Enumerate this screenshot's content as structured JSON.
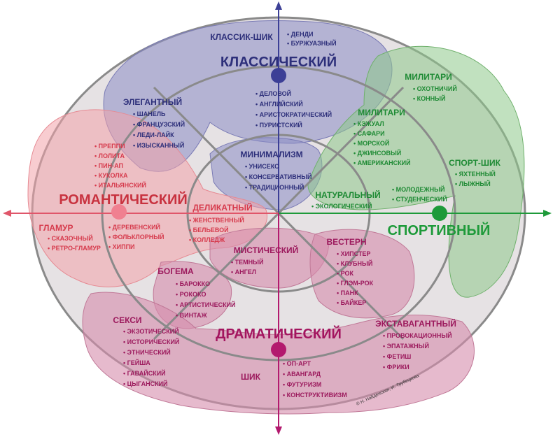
{
  "colors": {
    "classic": "#3c3f96",
    "classic_fill": "#8b8cc4",
    "sport": "#1e9a3a",
    "sport_fill": "#8ec98a",
    "romantic": "#e0566a",
    "romantic_fill": "#f2a2aa",
    "dramatic": "#b3196e",
    "dramatic_fill": "#d58cab",
    "ring_stroke": "#8a8a8a",
    "ring_fill": "#e6e2e4"
  },
  "poles": {
    "classic": "КЛАССИЧЕСКИЙ",
    "sport": "СПОРТИВНЫЙ",
    "romantic": "РОМАНТИЧЕСКИЙ",
    "dramatic": "ДРАМАТИЧЕСКИЙ"
  },
  "groups": [
    {
      "key": "classic_chic",
      "title": "КЛАССИК-ШИК",
      "color": "classic",
      "items": [
        "ДЕНДИ",
        "БУРЖУАЗНЫЙ"
      ]
    },
    {
      "key": "business",
      "title": "",
      "color": "classic",
      "items": [
        "ДЕЛОВОЙ",
        "АНГЛИЙСКИЙ",
        "АРИСТОКРАТИЧЕСКИЙ",
        "ПУРИСТСКИЙ"
      ]
    },
    {
      "key": "elegant",
      "title": "ЭЛЕГАНТНЫЙ",
      "color": "classic",
      "items": [
        "ШАНЕЛЬ",
        "ФРАНЦУЗСКИЙ",
        "ЛЕДИ-ЛАЙК",
        "ИЗЫСКАННЫЙ"
      ]
    },
    {
      "key": "minimalism",
      "title": "МИНИМАЛИЗМ",
      "color": "classic",
      "items": [
        "УНИСЕКС",
        "КОНСЕРВАТИВНЫЙ",
        "ТРАДИЦИОННЫЙ"
      ]
    },
    {
      "key": "military_outer",
      "title": "МИЛИТАРИ",
      "color": "sport",
      "items": [
        "ОХОТНИЧИЙ",
        "КОННЫЙ"
      ]
    },
    {
      "key": "military_inner",
      "title": "МИЛИТАРИ",
      "color": "sport",
      "items": [
        "КЭЖУАЛ",
        "САФАРИ",
        "МОРСКОЙ",
        "ДЖИНСОВЫЙ",
        "АМЕРИКАНСКИЙ"
      ]
    },
    {
      "key": "sport_chic",
      "title": "СПОРТ-ШИК",
      "color": "sport",
      "items": [
        "ЯХТЕННЫЙ",
        "ЛЫЖНЫЙ"
      ]
    },
    {
      "key": "natural",
      "title": "НАТУРАЛЬНЫЙ",
      "color": "sport",
      "items": [
        "ЭКОЛОГИЧЕСКИЙ"
      ]
    },
    {
      "key": "youth",
      "title": "",
      "color": "sport",
      "items": [
        "МОЛОДЕЖНЫЙ",
        "СТУДЕНЧЕСКИЙ"
      ]
    },
    {
      "key": "preppy",
      "title": "",
      "color": "romantic",
      "items": [
        "ПРЕППИ",
        "ЛОЛИТА",
        "ПИН-АП",
        "КУКОЛКА",
        "ИТАЛЬЯНСКИЙ"
      ]
    },
    {
      "key": "delicate",
      "title": "ДЕЛИКАТНЫЙ",
      "color": "romantic",
      "items": [
        "ЖЕНСТВЕННЫЙ",
        "БЕЛЬЕВОЙ",
        "КОЛЛЕДЖ"
      ]
    },
    {
      "key": "glamour",
      "title": "ГЛАМУР",
      "color": "romantic",
      "items": [
        "СКАЗОЧНЫЙ",
        "РЕТРО-ГЛАМУР"
      ]
    },
    {
      "key": "rustic",
      "title": "",
      "color": "romantic",
      "items": [
        "ДЕРЕВЕНСКИЙ",
        "ФОЛЬКЛОРНЫЙ",
        "ХИППИ"
      ]
    },
    {
      "key": "mystic",
      "title": "МИСТИЧЕСКИЙ",
      "color": "dramatic",
      "items": [
        "ТЕМНЫЙ",
        "АНГЕЛ"
      ]
    },
    {
      "key": "western",
      "title": "ВЕСТЕРН",
      "color": "dramatic",
      "items": [
        "ХИПСТЕР",
        "КЛУБНЫЙ",
        "РОК",
        "ГЛЭМ-РОК",
        "ПАНК",
        "БАЙКЕР"
      ]
    },
    {
      "key": "boho",
      "title": "БОГЕМА",
      "color": "dramatic",
      "items": [
        "БАРОККО",
        "РОКОКО",
        "АРТИСТИЧЕСКИЙ",
        "ВИНТАЖ"
      ]
    },
    {
      "key": "sexy",
      "title": "СЕКСИ",
      "color": "dramatic",
      "items": [
        "ЭКЗОТИЧЕСКИЙ",
        "ИСТОРИЧЕСКИЙ",
        "ЭТНИЧЕСКИЙ",
        "ГЕЙША",
        "ГАВАЙСКИЙ",
        "ЦЫГАНСКИЙ"
      ]
    },
    {
      "key": "extravagant",
      "title": "ЭКСТАВАГАНТНЫЙ",
      "color": "dramatic",
      "items": [
        "ПРОВОКАЦИОННЫЙ",
        "ЭПАТАЖНЫЙ",
        "ФЕТИШ",
        "ФРИКИ"
      ]
    },
    {
      "key": "chic",
      "title": "ШИК",
      "color": "dramatic",
      "items": []
    },
    {
      "key": "avant",
      "title": "",
      "color": "dramatic",
      "items": [
        "ОП-АРТ",
        "АВАНГАРД",
        "ФУТУРИЗМ",
        "КОНСТРУКТИВИЗМ"
      ]
    }
  ],
  "copyright": "© Н. Найденская, И. Трубецкова"
}
